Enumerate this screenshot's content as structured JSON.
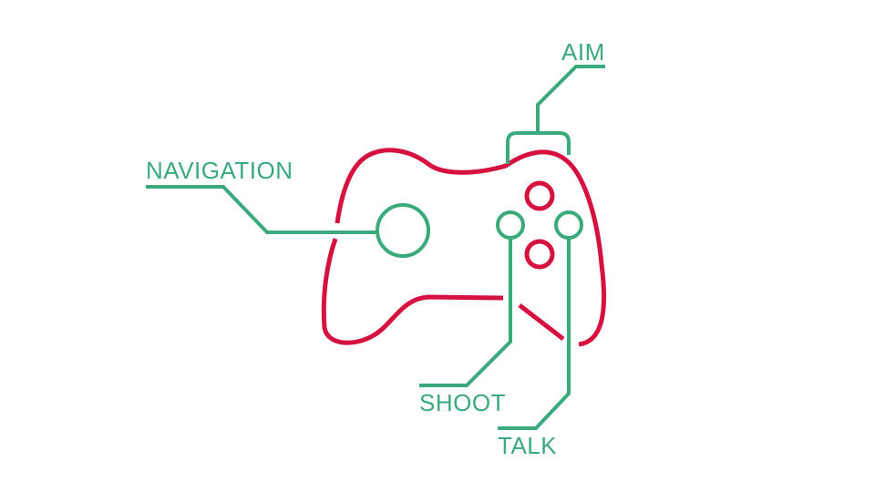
{
  "colors": {
    "controller": "#d6103f",
    "callout": "#3aaa7c",
    "background": "#ffffff"
  },
  "labels": {
    "aim": "AIM",
    "navigation": "NAVIGATION",
    "shoot": "SHOOT",
    "talk": "TALK"
  }
}
